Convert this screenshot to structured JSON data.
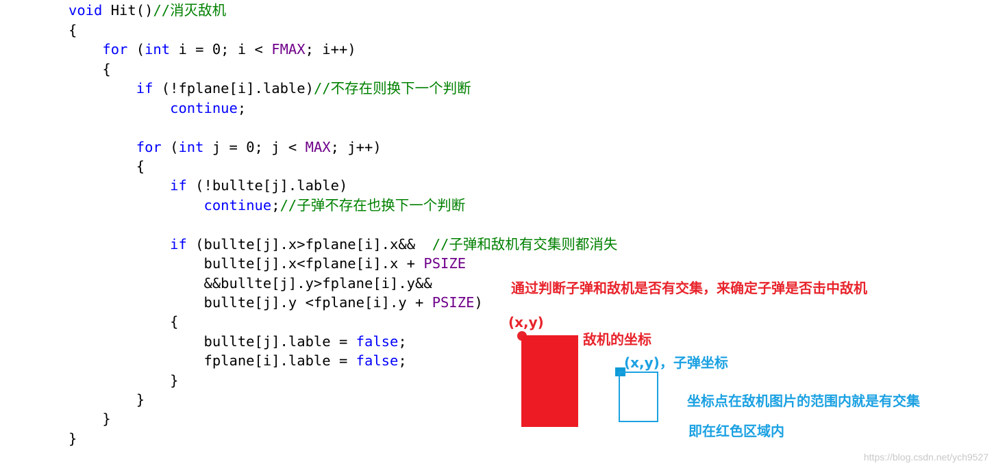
{
  "code": {
    "l1": {
      "t1": "void",
      "t2": " Hit()",
      "c": "//消灭敌机"
    },
    "l2": {
      "t1": "{"
    },
    "l3": {
      "t1": "    ",
      "k1": "for",
      "t2": " (",
      "k2": "int",
      "t3": " i = 0; i < ",
      "m1": "FMAX",
      "t4": "; i++)"
    },
    "l4": {
      "t1": "    {"
    },
    "l5": {
      "t1": "        ",
      "k1": "if",
      "t2": " (!fplane[i].lable)",
      "c": "//不存在则换下一个判断"
    },
    "l6": {
      "t1": "            ",
      "k1": "continue",
      "t2": ";"
    },
    "l7": {
      "t1": ""
    },
    "l8": {
      "t1": "        ",
      "k1": "for",
      "t2": " (",
      "k2": "int",
      "t3": " j = 0; j < ",
      "m1": "MAX",
      "t4": "; j++)"
    },
    "l9": {
      "t1": "        {"
    },
    "l10": {
      "t1": "            ",
      "k1": "if",
      "t2": " (!bullte[j].lable)"
    },
    "l11": {
      "t1": "                ",
      "k1": "continue",
      "t2": ";",
      "c": "//子弹不存在也换下一个判断"
    },
    "l12": {
      "t1": ""
    },
    "l13": {
      "t1": "            ",
      "k1": "if",
      "t2": " (bullte[j].x>fplane[i].x&&  ",
      "c": "//子弹和敌机有交集则都消失"
    },
    "l14": {
      "t1": "                bullte[j].x<fplane[i].x + ",
      "m1": "PSIZE"
    },
    "l15": {
      "t1": "                &&bullte[j].y>fplane[i].y&&"
    },
    "l16": {
      "t1": "                bullte[j].y <fplane[i].y + ",
      "m1": "PSIZE",
      "t2": ")"
    },
    "l17": {
      "t1": "            {"
    },
    "l18": {
      "t1": "                bullte[j].lable = ",
      "k1": "false",
      "t2": ";"
    },
    "l19": {
      "t1": "                fplane[i].lable = ",
      "k1": "false",
      "t2": ";"
    },
    "l20": {
      "t1": "            }"
    },
    "l21": {
      "t1": "        }"
    },
    "l22": {
      "t1": "    }"
    },
    "l23": {
      "t1": "}"
    }
  },
  "annotations": {
    "title": "通过判断子弹和敌机是否有交集，来确定子弹是否击中敌机",
    "enemy_point": "(x,y)",
    "enemy_label": "敌机的坐标",
    "bullet_label": "(x,y)，子弹坐标",
    "note1": "坐标点在敌机图片的范围内就是有交集",
    "note2": "即在红色区域内"
  },
  "colors": {
    "keyword": "#0000ff",
    "macro": "#6f008a",
    "comment": "#008000",
    "annotation_red": "#e8242c",
    "annotation_blue": "#1ba1e2"
  },
  "watermark": "https://blog.csdn.net/ych9527"
}
